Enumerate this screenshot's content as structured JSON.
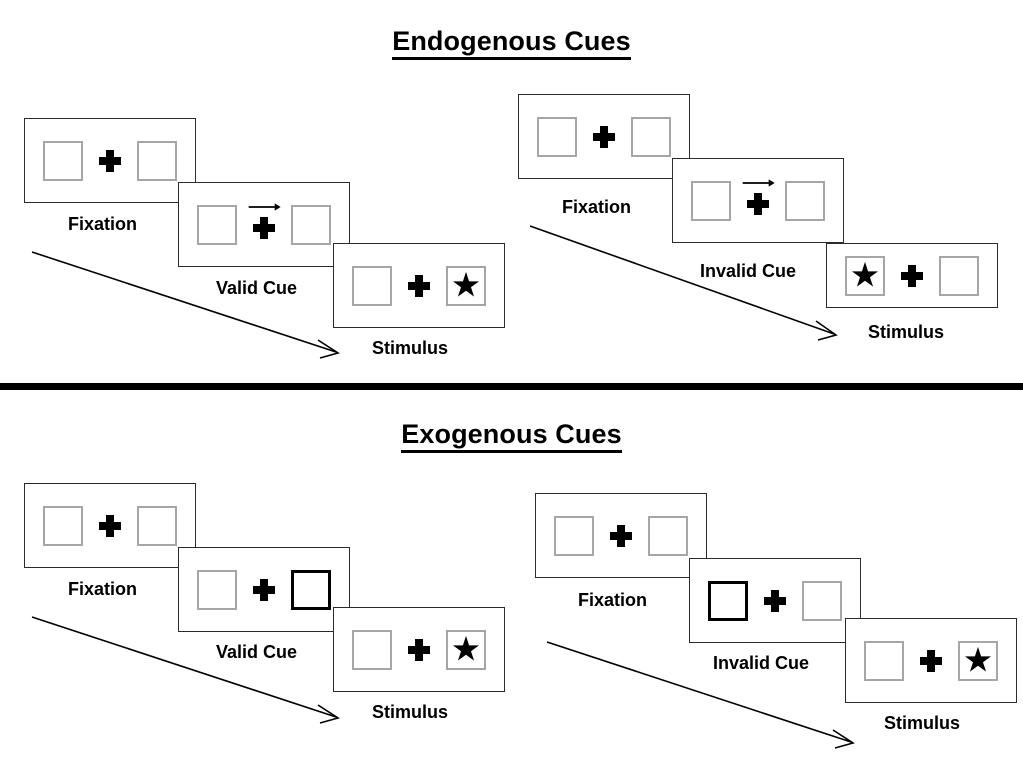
{
  "sections": [
    {
      "id": "endogenous",
      "title": "Endogenous Cues",
      "cue_type": "arrow",
      "columns": [
        {
          "id": "endogenous-valid",
          "validity": "valid",
          "panels": [
            {
              "id": "fixation",
              "caption": "Fixation",
              "cue": "none",
              "star": "none"
            },
            {
              "id": "cue",
              "caption": "Valid Cue",
              "cue": "arrow-right",
              "star": "none"
            },
            {
              "id": "stimulus",
              "caption": "Stimulus",
              "cue": "none",
              "star": "right"
            }
          ]
        },
        {
          "id": "endogenous-invalid",
          "validity": "invalid",
          "panels": [
            {
              "id": "fixation",
              "caption": "Fixation",
              "cue": "none",
              "star": "none"
            },
            {
              "id": "cue",
              "caption": "Invalid Cue",
              "cue": "arrow-right",
              "star": "none"
            },
            {
              "id": "stimulus",
              "caption": "Stimulus",
              "cue": "none",
              "star": "left"
            }
          ]
        }
      ]
    },
    {
      "id": "exogenous",
      "title": "Exogenous Cues",
      "cue_type": "box-highlight",
      "columns": [
        {
          "id": "exogenous-valid",
          "validity": "valid",
          "panels": [
            {
              "id": "fixation",
              "caption": "Fixation",
              "cue": "none",
              "star": "none"
            },
            {
              "id": "cue",
              "caption": "Valid Cue",
              "cue": "highlight-right",
              "star": "none"
            },
            {
              "id": "stimulus",
              "caption": "Stimulus",
              "cue": "none",
              "star": "right"
            }
          ]
        },
        {
          "id": "exogenous-invalid",
          "validity": "invalid",
          "panels": [
            {
              "id": "fixation",
              "caption": "Fixation",
              "cue": "none",
              "star": "none"
            },
            {
              "id": "cue",
              "caption": "Invalid Cue",
              "cue": "highlight-left",
              "star": "none"
            },
            {
              "id": "stimulus",
              "caption": "Stimulus",
              "cue": "none",
              "star": "right"
            }
          ]
        }
      ]
    }
  ],
  "glyphs": {
    "star": "★",
    "fixation_cross": "plus-sign",
    "cue_arrow": "arrow-right-icon",
    "time_arrow": "time-progression-arrow"
  },
  "colors": {
    "ink": "#000000",
    "frame_border": "#2b2b2b",
    "box_border": "#a6a6a6",
    "cued_box_border": "#000000",
    "background": "#ffffff",
    "divider": "#000000"
  }
}
